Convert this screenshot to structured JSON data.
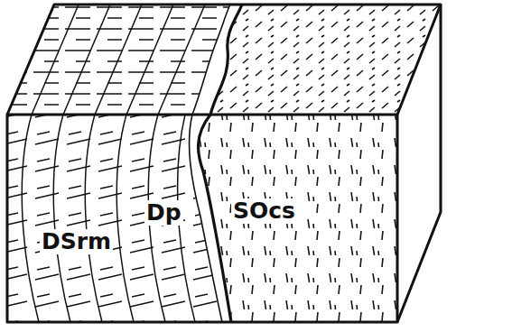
{
  "diagram": {
    "labels": [
      "DSrm",
      "Dp",
      "SOcs"
    ]
  }
}
